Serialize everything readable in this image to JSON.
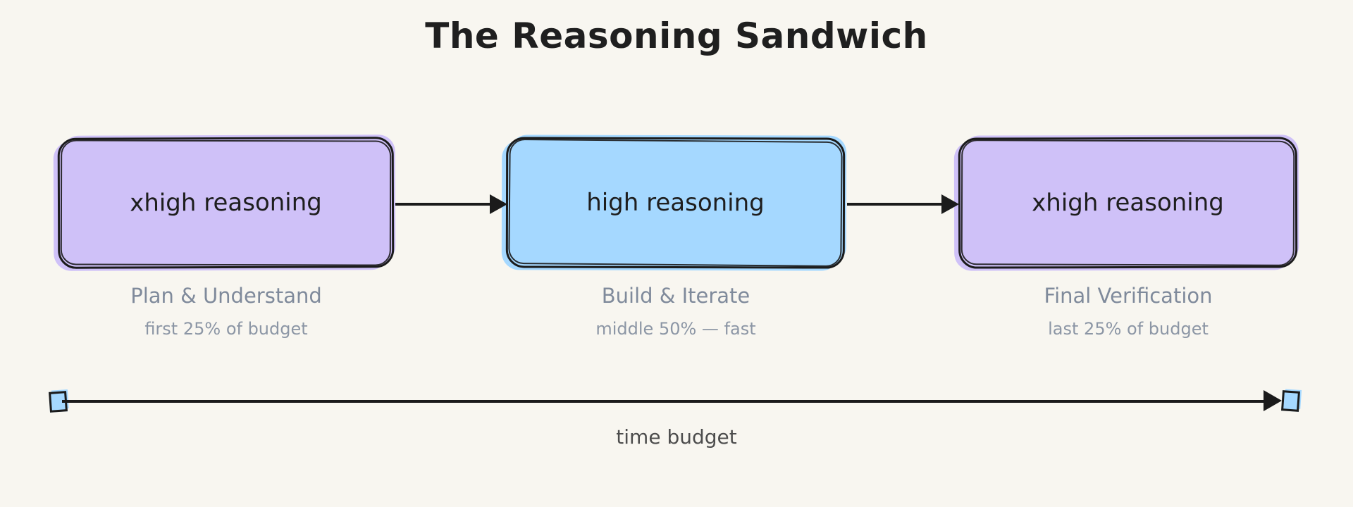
{
  "title": "The Reasoning Sandwich",
  "stages": [
    {
      "label": "xhigh reasoning",
      "caption": "Plan & Understand",
      "subcaption": "first 25% of budget",
      "fill": "#cfc1f8"
    },
    {
      "label": "high reasoning",
      "caption": "Build & Iterate",
      "subcaption": "middle 50% — fast",
      "fill": "#a5d8ff"
    },
    {
      "label": "xhigh reasoning",
      "caption": "Final Verification",
      "subcaption": "last 25% of budget",
      "fill": "#cfc1f8"
    }
  ],
  "timeline": {
    "label": "time budget",
    "endpoint_fill": "#a5d8ff"
  },
  "colors": {
    "background": "#f8f6f0",
    "stroke": "#1b1b1b",
    "box_text": "#1e1e1e",
    "caption": "#7f8a9b",
    "subcaption": "#8c96a5",
    "timeline_label": "#4d4d4d"
  }
}
